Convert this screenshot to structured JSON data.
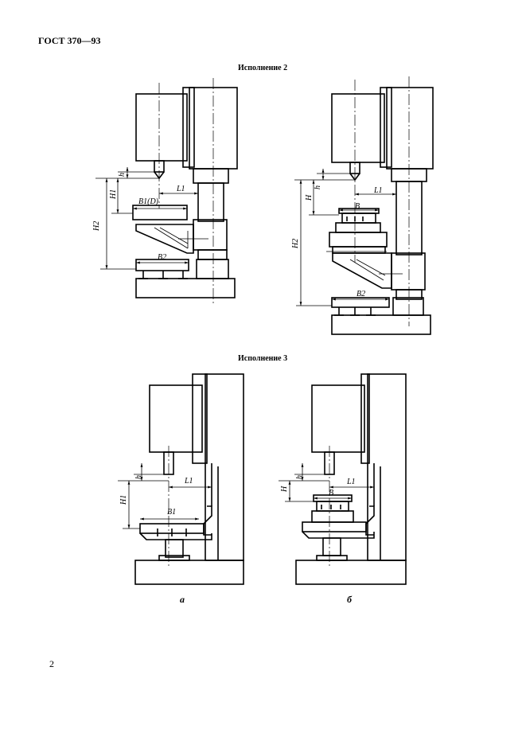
{
  "header": {
    "standard": "ГОСТ 370—93"
  },
  "sections": [
    {
      "caption": "Исполнение 2"
    },
    {
      "caption": "Исполнение 3"
    }
  ],
  "labels": {
    "h": "h",
    "H": "H",
    "H1": "H1",
    "H2": "H2",
    "L1": "L1",
    "B": "B",
    "B1D": "B1(D)",
    "B1": "B1",
    "B2": "B2"
  },
  "subfigures": {
    "a": "а",
    "b": "б"
  },
  "footer": {
    "page_number": "2"
  }
}
